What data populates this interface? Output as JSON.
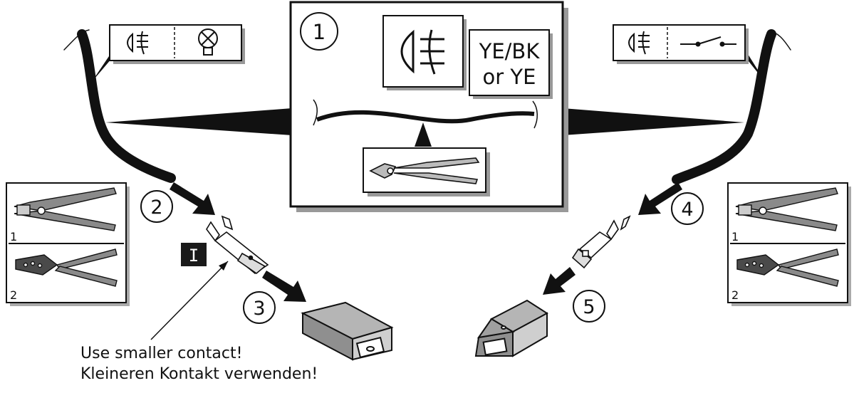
{
  "steps": {
    "s1": "1",
    "s2": "2",
    "s3": "3",
    "s4": "4",
    "s5": "5"
  },
  "center_box": {
    "wire_color_line1": "YE/BK",
    "wire_color_line2": "or YE"
  },
  "left_tool_panel": {
    "option1": "1",
    "option2": "2"
  },
  "right_tool_panel": {
    "option1": "1",
    "option2": "2"
  },
  "roman_marker": "I",
  "note": {
    "line1": "Use smaller contact!",
    "line2": "Kleineren Kontakt verwenden!"
  },
  "icons": [
    "fog-lamp-icon",
    "bulb-icon",
    "switch-icon",
    "side-cutter-icon",
    "wire-stripper-icon",
    "crimping-tool-icon",
    "terminal-contact-icon",
    "connector-housing-icon"
  ],
  "colors": {
    "ink": "#111111",
    "tool_gray": "#8a8a8a",
    "housing_gray": "#8f8f8f",
    "label_bg": "#1a1a1a",
    "label_fg": "#ffffff"
  }
}
